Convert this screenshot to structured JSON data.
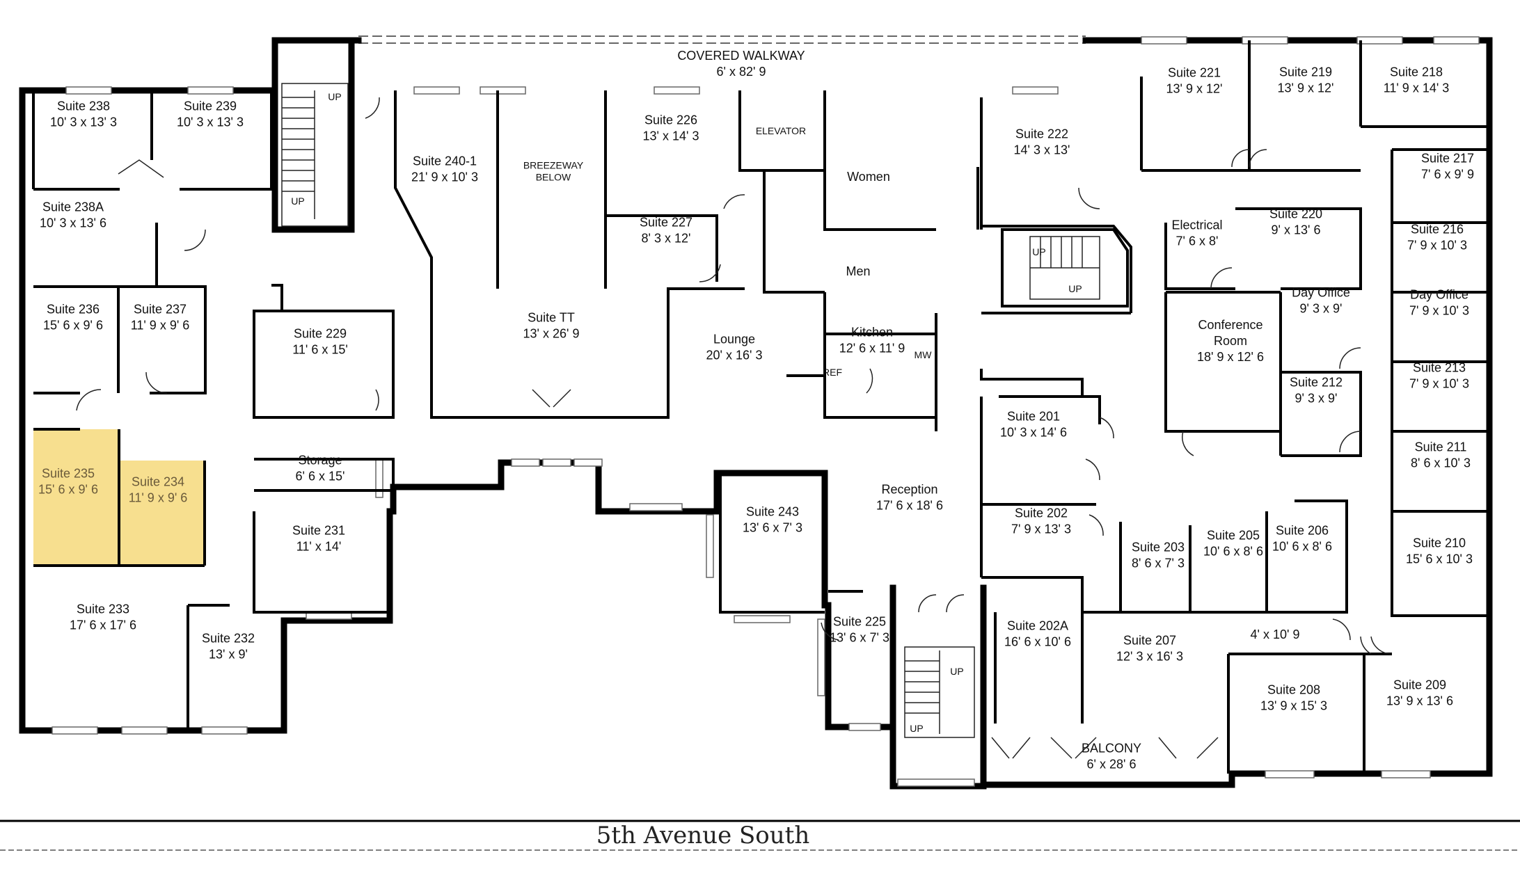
{
  "colors": {
    "highlight": "#f7df8f",
    "wall": "#000000",
    "background": "#ffffff"
  },
  "street": "5th Avenue South",
  "walkway": {
    "label": "COVERED WALKWAY",
    "dim": "6' x 82' 9"
  },
  "rooms": [
    {
      "id": "238",
      "label": "Suite 238",
      "dim": "10' 3 x 13' 3"
    },
    {
      "id": "239",
      "label": "Suite 239",
      "dim": "10' 3 x 13' 3"
    },
    {
      "id": "238a",
      "label": "Suite 238A",
      "dim": "10' 3 x 13' 6"
    },
    {
      "id": "236",
      "label": "Suite 236",
      "dim": "15' 6 x 9' 6"
    },
    {
      "id": "237",
      "label": "Suite 237",
      "dim": "11' 9 x 9' 6"
    },
    {
      "id": "235",
      "label": "Suite 235",
      "dim": "15' 6 x 9' 6",
      "highlight": true
    },
    {
      "id": "234",
      "label": "Suite 234",
      "dim": "11' 9 x 9' 6",
      "highlight": true
    },
    {
      "id": "233",
      "label": "Suite 233",
      "dim": "17' 6 x 17' 6"
    },
    {
      "id": "232",
      "label": "Suite 232",
      "dim": "13' x 9'"
    },
    {
      "id": "229",
      "label": "Suite 229",
      "dim": "11' 6 x 15'"
    },
    {
      "id": "storage",
      "label": "Storage",
      "dim": "6' 6 x 15'"
    },
    {
      "id": "231",
      "label": "Suite 231",
      "dim": "11' x 14'"
    },
    {
      "id": "240-1",
      "label": "Suite 240-1",
      "dim": "21' 9 x 10' 3"
    },
    {
      "id": "breezeway",
      "label": "BREEZEWAY",
      "dim": "BELOW"
    },
    {
      "id": "226",
      "label": "Suite 226",
      "dim": "13' x 14' 3"
    },
    {
      "id": "227",
      "label": "Suite 227",
      "dim": "8' 3 x 12'"
    },
    {
      "id": "elevator",
      "label": "ELEVATOR",
      "dim": ""
    },
    {
      "id": "women",
      "label": "Women",
      "dim": ""
    },
    {
      "id": "men",
      "label": "Men",
      "dim": ""
    },
    {
      "id": "tt",
      "label": "Suite TT",
      "dim": "13' x 26' 9"
    },
    {
      "id": "lounge",
      "label": "Lounge",
      "dim": "20' x 16' 3"
    },
    {
      "id": "kitchen",
      "label": "Kitchen",
      "dim": "12' 6 x 11' 9"
    },
    {
      "id": "243",
      "label": "Suite 243",
      "dim": "13' 6 x 7' 3"
    },
    {
      "id": "225",
      "label": "Suite 225",
      "dim": "13' 6 x 7' 3"
    },
    {
      "id": "reception",
      "label": "Reception",
      "dim": "17' 6 x 18' 6"
    },
    {
      "id": "222",
      "label": "Suite 222",
      "dim": "14' 3 x 13'"
    },
    {
      "id": "221",
      "label": "Suite 221",
      "dim": "13' 9 x 12'"
    },
    {
      "id": "219",
      "label": "Suite 219",
      "dim": "13' 9 x 12'"
    },
    {
      "id": "218",
      "label": "Suite 218",
      "dim": "11' 9 x 14' 3"
    },
    {
      "id": "217",
      "label": "Suite 217",
      "dim": "7' 6 x 9' 9"
    },
    {
      "id": "216",
      "label": "Suite 216",
      "dim": "7' 9 x 10' 3"
    },
    {
      "id": "electrical",
      "label": "Electrical",
      "dim": "7' 6 x 8'"
    },
    {
      "id": "220",
      "label": "Suite 220",
      "dim": "9' x 13' 6"
    },
    {
      "id": "dayoffice1",
      "label": "Day Office",
      "dim": "9' 3 x 9'"
    },
    {
      "id": "dayoffice2",
      "label": "Day Office",
      "dim": "7' 9 x 10' 3"
    },
    {
      "id": "conference",
      "label": "Conference Room",
      "dim": "18' 9 x 12' 6"
    },
    {
      "id": "212",
      "label": "Suite 212",
      "dim": "9' 3 x 9'"
    },
    {
      "id": "213",
      "label": "Suite 213",
      "dim": "7' 9 x 10' 3"
    },
    {
      "id": "211",
      "label": "Suite 211",
      "dim": "8' 6 x 10' 3"
    },
    {
      "id": "201",
      "label": "Suite 201",
      "dim": "10' 3 x 14' 6"
    },
    {
      "id": "202",
      "label": "Suite 202",
      "dim": "7' 9 x 13' 3"
    },
    {
      "id": "203",
      "label": "Suite 203",
      "dim": "8' 6 x 7' 3"
    },
    {
      "id": "205",
      "label": "Suite 205",
      "dim": "10' 6 x 8' 6"
    },
    {
      "id": "206",
      "label": "Suite 206",
      "dim": "10' 6 x 8' 6"
    },
    {
      "id": "210",
      "label": "Suite 210",
      "dim": "15' 6 x 10' 3"
    },
    {
      "id": "202a",
      "label": "Suite 202A",
      "dim": "16' 6 x 10' 6"
    },
    {
      "id": "207",
      "label": "Suite 207",
      "dim": "12' 3 x 16' 3"
    },
    {
      "id": "208",
      "label": "Suite 208",
      "dim": "13' 9 x 15' 3"
    },
    {
      "id": "209",
      "label": "Suite 209",
      "dim": "13' 9 x 13' 6"
    },
    {
      "id": "balcony",
      "label": "BALCONY",
      "dim": "6' x 28' 6"
    }
  ],
  "misc_labels": {
    "hall_dim": "4' x 10' 9",
    "up": "UP",
    "ref": "REF",
    "mw": "MW"
  }
}
